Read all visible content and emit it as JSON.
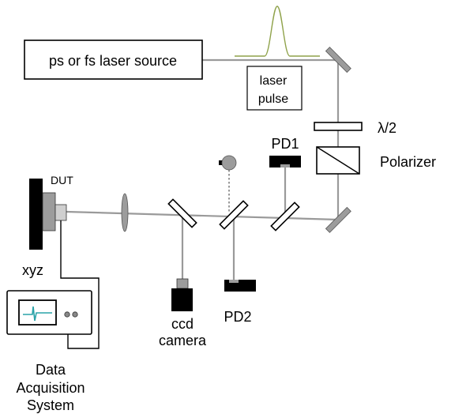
{
  "labels": {
    "laser_source": "ps or fs laser source",
    "laser_pulse_line1": "laser",
    "laser_pulse_line2": "pulse",
    "half_wave": "λ/2",
    "polarizer": "Polarizer",
    "pd1": "PD1",
    "pd2": "PD2",
    "dut": "DUT",
    "xyz": "xyz",
    "ccd_line1": "ccd",
    "ccd_line2": "camera",
    "daq_line1": "Data",
    "daq_line2": "Acquisition",
    "daq_line3": "System"
  },
  "colors": {
    "beam": "#9a9a9a",
    "pulse_trace": "#8fa24a",
    "scope_trace": "#2aa3a8",
    "mirror": "#9c9c9c"
  }
}
